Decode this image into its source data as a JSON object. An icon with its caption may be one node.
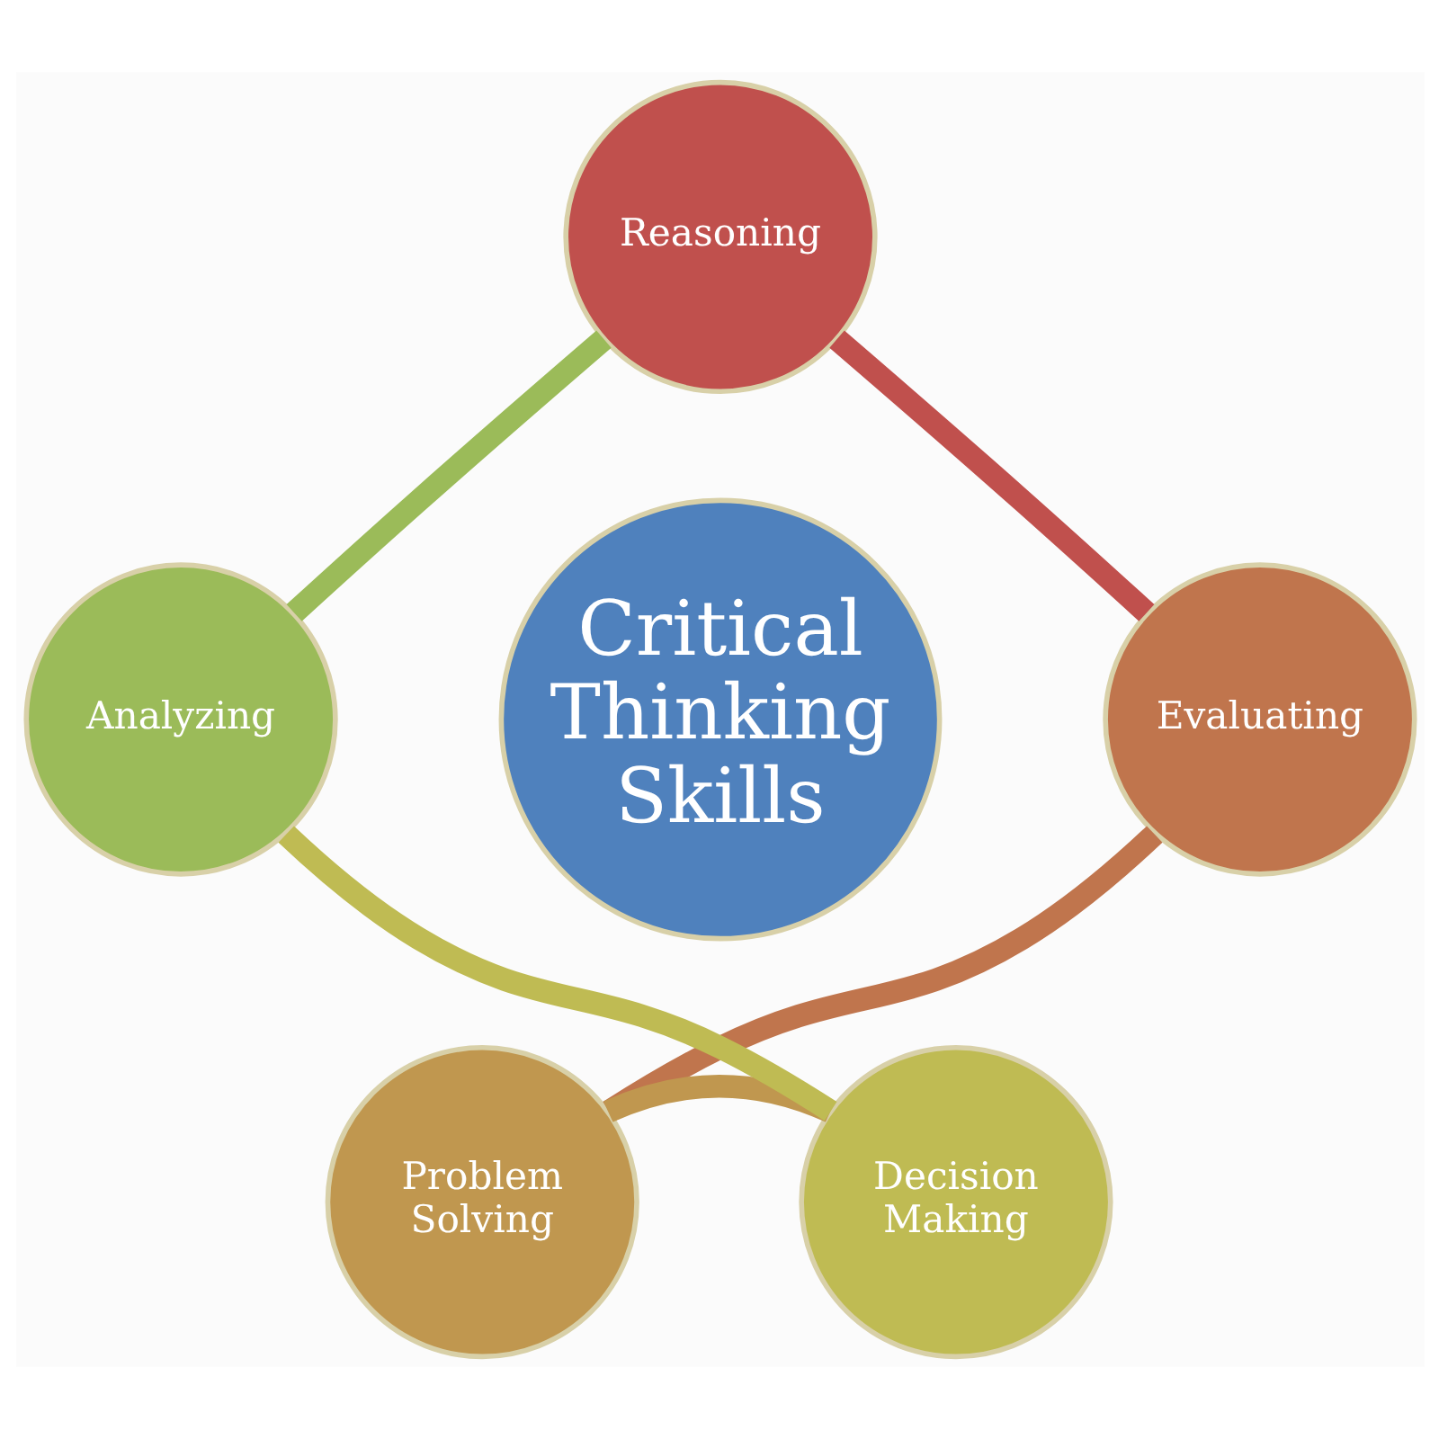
{
  "diagram": {
    "nodes": [
      {
        "text": [
          "Critical Thinking Skills"
        ]
      },
      {
        "text": [
          "Reasoning"
        ]
      },
      {
        "text": [
          "Evaluating"
        ]
      },
      {
        "text": [
          "Problem Solving"
        ]
      },
      {
        "text": [
          "Decision Making"
        ]
      },
      {
        "text": [
          "Analyzing"
        ]
      }
    ],
    "edges": [
      {
        "from": 1,
        "to": 2,
        "arrow": "none",
        "color": "#c0504d"
      },
      {
        "from": 2,
        "to": 3,
        "arrow": "none",
        "color": "#c0754d"
      },
      {
        "from": 3,
        "to": 4,
        "arrow": "none",
        "color": "#c0974f"
      },
      {
        "from": 4,
        "to": 5,
        "arrow": "none",
        "color": "#bfbb53"
      },
      {
        "from": 5,
        "to": 1,
        "arrow": "none",
        "color": "#9bbb59"
      }
    ]
  }
}
